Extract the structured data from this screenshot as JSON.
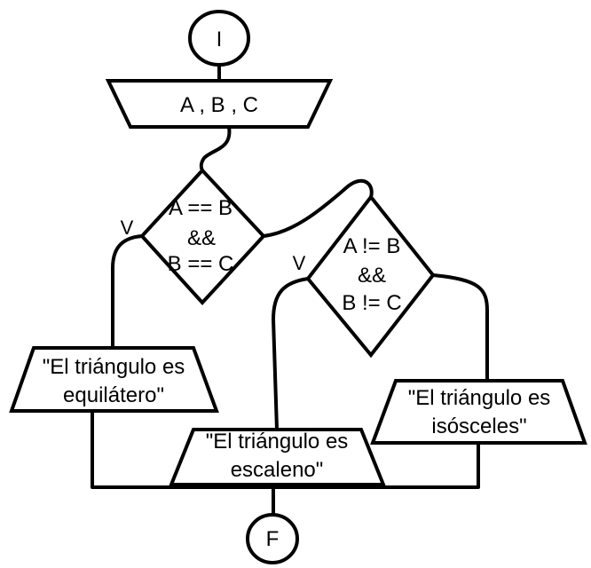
{
  "diagram": {
    "start": {
      "label": "I"
    },
    "input": {
      "label": "A , B , C"
    },
    "decision1": {
      "line1": "A == B",
      "line2": "&&",
      "line3": "B == C",
      "true_label": "V"
    },
    "decision2": {
      "line1": "A != B",
      "line2": "&&",
      "line3": "B != C",
      "true_label": "V"
    },
    "output_equilateral": {
      "line1": "\"El triángulo es",
      "line2": "equilátero\""
    },
    "output_isosceles": {
      "line1": "\"El triángulo es",
      "line2": "isósceles\""
    },
    "output_scalene": {
      "line1": "\"El triángulo es",
      "line2": "escaleno\""
    },
    "end": {
      "label": "F"
    }
  }
}
